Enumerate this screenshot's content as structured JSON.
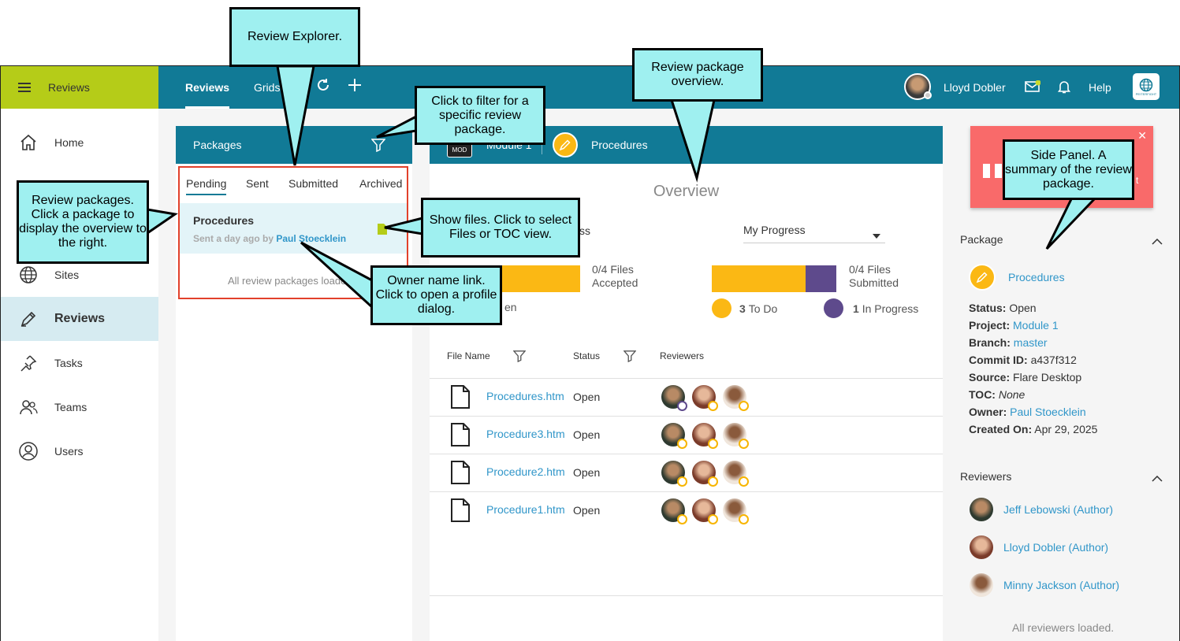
{
  "topbar": {
    "brand": "Reviews",
    "tabs": [
      "Reviews",
      "Grids"
    ],
    "user_name": "Lloyd Dobler",
    "help": "Help",
    "logo_text": "PEITERFIGHT"
  },
  "sidebar": {
    "items": [
      {
        "label": "Home",
        "icon": "home-icon"
      },
      {
        "label": "Sites",
        "icon": "globe-icon"
      },
      {
        "label": "Reviews",
        "icon": "pen-icon"
      },
      {
        "label": "Tasks",
        "icon": "pin-icon"
      },
      {
        "label": "Teams",
        "icon": "people-icon"
      },
      {
        "label": "Users",
        "icon": "user-icon"
      }
    ]
  },
  "packages": {
    "title": "Packages",
    "tabs": [
      "Pending",
      "Sent",
      "Submitted",
      "Archived"
    ],
    "item": {
      "title": "Procedures",
      "meta_prefix": "Sent a day ago by",
      "owner": "Paul Stoecklein"
    },
    "loaded_text": "All review packages loaded"
  },
  "overview": {
    "header_badge": "MOD",
    "header_module": "Module 1",
    "header_title": "Procedures",
    "title": "Overview",
    "left_label_partial": "ss",
    "progress_select": "My Progress",
    "accepted": {
      "count": "0/4 Files",
      "label": "Accepted",
      "partial": "en"
    },
    "submitted": {
      "count": "0/4 Files",
      "label": "Submitted"
    },
    "legend": [
      {
        "count": "3",
        "label": "To Do",
        "color": "#fbb814"
      },
      {
        "count": "1",
        "label": "In Progress",
        "color": "#5e4a8c"
      }
    ],
    "columns": [
      "File Name",
      "Status",
      "Reviewers"
    ],
    "files": [
      {
        "name": "Procedures.htm",
        "status": "Open"
      },
      {
        "name": "Procedure3.htm",
        "status": "Open"
      },
      {
        "name": "Procedure2.htm",
        "status": "Open"
      },
      {
        "name": "Procedure1.htm",
        "status": "Open"
      }
    ]
  },
  "side_panel": {
    "package_section": "Package",
    "package_name": "Procedures",
    "details": [
      {
        "label": "Status:",
        "value": "Open",
        "style": "plain"
      },
      {
        "label": "Project:",
        "value": "Module 1",
        "style": "link"
      },
      {
        "label": "Branch:",
        "value": "master",
        "style": "link"
      },
      {
        "label": "Commit ID:",
        "value": "a437f312",
        "style": "plain"
      },
      {
        "label": "Source:",
        "value": "Flare Desktop",
        "style": "plain"
      },
      {
        "label": "TOC:",
        "value": "None",
        "style": "italic"
      },
      {
        "label": "Owner:",
        "value": "Paul Stoecklein",
        "style": "link"
      },
      {
        "label": "Created On:",
        "value": "Apr 29, 2025",
        "style": "plain"
      }
    ],
    "reviewers_section": "Reviewers",
    "reviewers": [
      "Jeff Lebowski (Author)",
      "Lloyd Dobler (Author)",
      "Minny Jackson (Author)"
    ],
    "reviewers_loaded": "All reviewers loaded.",
    "banner_partial": "t"
  },
  "callouts": {
    "review_explorer": "Review Explorer.",
    "filter": "Click to filter for a specific review package.",
    "overview": "Review package overview.",
    "side_panel": "Side Panel. A summary of the review package.",
    "packages": "Review packages. Click a package to display the overview to the right.",
    "show_files": "Show files. Click to select Files or TOC view.",
    "owner_link": "Owner name link. Click to open a profile dialog."
  },
  "colors": {
    "topbar": "#117a96",
    "brand": "#b5cc18",
    "todo": "#fbb814",
    "in_progress": "#5e4a8c",
    "link": "#3096c9",
    "callout": "#9ff0f0",
    "banner": "#f96a6a"
  }
}
